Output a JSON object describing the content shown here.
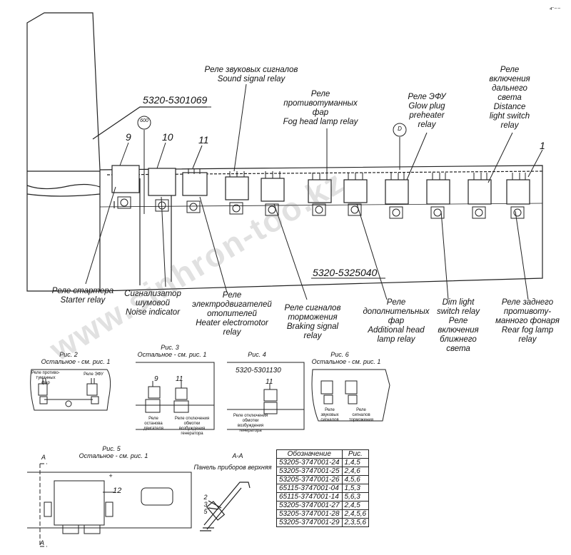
{
  "corner_mark": "₄∙₋₋",
  "codes": {
    "top": "5320-5301069",
    "panel": "5320-5325040",
    "fig4": "5320-5301130"
  },
  "circle_marks": {
    "c600": "600",
    "cD": "D"
  },
  "part_numbers": {
    "p9": "9",
    "p10": "10",
    "p11": "11",
    "p1": "1",
    "p12": "12",
    "fig3_9": "9",
    "fig3_11": "11",
    "fig4_11": "11"
  },
  "labels": {
    "sound": "Реле звуковых сигналов\nSound signal relay",
    "fog": "Реле\nпротивотуманных\nфар\nFog head lamp relay",
    "efu": "Реле ЭФУ\nGlow plug\npreheater\nrelay",
    "distance": "Реле\nвключения\nдальнего\nсвета\nDistance\nlight switch\nrelay",
    "starter": "Реле стартера\nStarter relay",
    "noise": "Сигнализатор\nшумовой\nNoise indicator",
    "heater": "Реле\nэлектродвигателей\nотопителей\nHeater electromotor\nrelay",
    "braking": "Реле сигналов\nторможения\nBraking signal\nrelay",
    "additional": "Реле\nдополнительных\nфар\nAdditional head\nlamp relay",
    "dim": "Dim light\nswitch relay\nРеле\nвключения\nближнего\nсвета",
    "rearfog": "Реле заднего\nпротивоту-\nманного фонаря\nRear fog lamp\nrelay"
  },
  "figs": {
    "fig2": {
      "title": "Рис. 2",
      "sub": "Остальное - см. рис. 1",
      "tiny_left": "Реле противо-\nтуманных фар",
      "tiny_right": "Реле ЭФУ"
    },
    "fig3": {
      "title": "Рис. 3",
      "sub": "Остальное - см. рис. 1",
      "tiny_left": "Реле останова\nдвигателя",
      "tiny_right": "Реле отключения обмотки\nвозбуждения генератора"
    },
    "fig4": {
      "title": "Рис. 4",
      "tiny": "Реле отключения обмотки\nвозбуждения генератора"
    },
    "fig5": {
      "title": "Рис. 5",
      "sub": "Остальное - см. рис. 1"
    },
    "fig6": {
      "title": "Рис. 6",
      "sub": "Остальное - см. рис. 1",
      "tiny_left": "Реле звуковых\nсигналов",
      "tiny_right": "Реле сигналов\nторможения"
    }
  },
  "section": {
    "label": "А-А",
    "panel": "Панель приборов верхняя",
    "marks": [
      "2",
      "3",
      "5"
    ],
    "arrow_a_top": "А",
    "arrow_a_bottom": "А",
    "plus": "+"
  },
  "table": {
    "headers": [
      "Обозначение",
      "Рис."
    ],
    "rows": [
      [
        "53205-3747001-24",
        "1,4,5"
      ],
      [
        "53205-3747001-25",
        "2,4,6"
      ],
      [
        "53205-3747001-26",
        "4,5,6"
      ],
      [
        "65115-3747001-04",
        "1,5,3"
      ],
      [
        "65115-3747001-14",
        "5,6,3"
      ],
      [
        "53205-3747001-27",
        "2,4,5"
      ],
      [
        "53205-3747001-28",
        "2,4,5,6"
      ],
      [
        "53205-3747001-29",
        "2,3,5,6"
      ]
    ]
  },
  "watermark": "www.sinhron-too.kz"
}
